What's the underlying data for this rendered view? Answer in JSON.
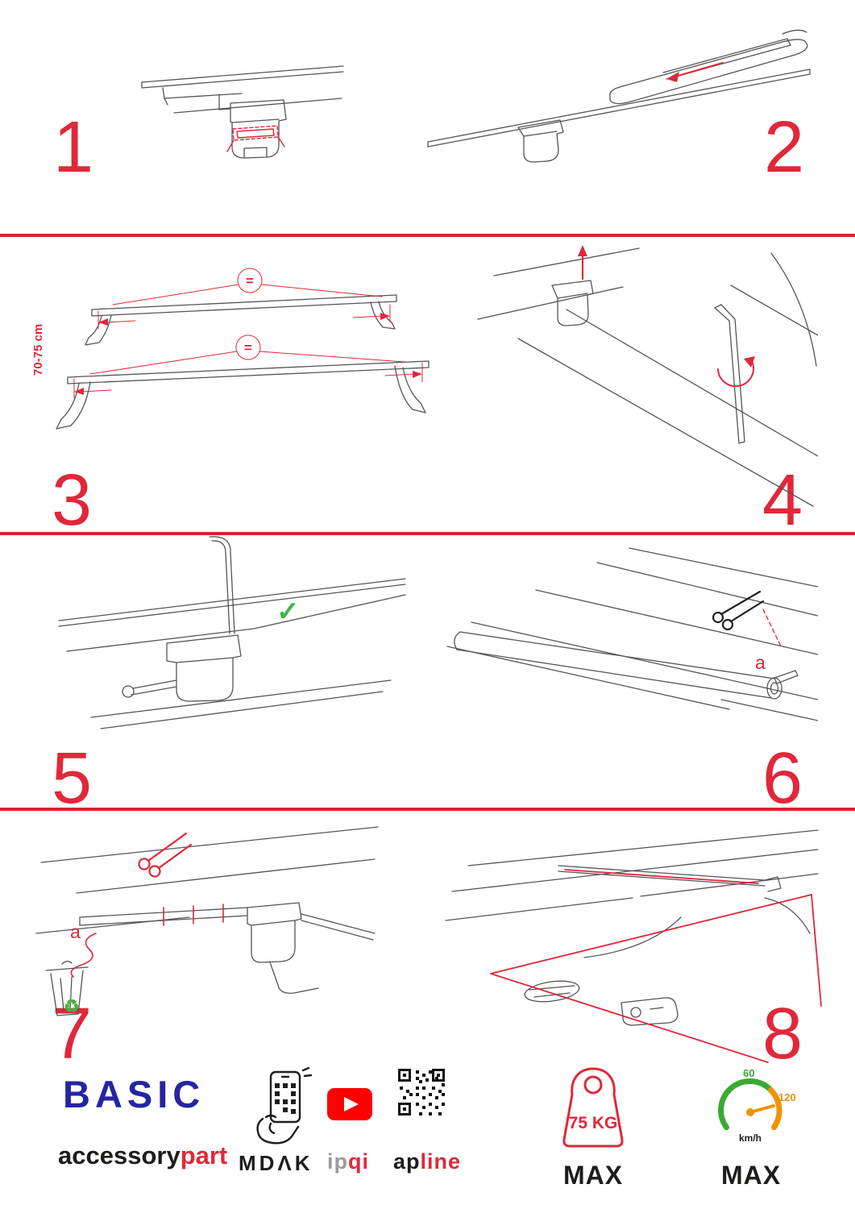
{
  "steps": {
    "s1": "1",
    "s2": "2",
    "s3": "3",
    "s4": "4",
    "s5": "5",
    "s6": "6",
    "s7": "7",
    "s8": "8"
  },
  "annotations": {
    "measurement": "70-75 cm",
    "equals": "=",
    "label_a_step6": "a",
    "label_a_step7": "a"
  },
  "icons": {
    "check": "✓",
    "recycle": "♻"
  },
  "footer": {
    "brand": "BASIC",
    "brand_sub_black": "accessory",
    "brand_sub_red": "part",
    "mdak": "MDΛK",
    "ipqi_gray": "ip",
    "ipqi_red": "qi",
    "apline_black": "ap",
    "apline_red": "line",
    "weight_value": "75 KG",
    "weight_max": "MAX",
    "speed_low": "60",
    "speed_high": "120",
    "speed_unit": "km/h",
    "speed_max": "MAX"
  },
  "colors": {
    "accent_red": "#e0283a",
    "brand_blue": "#2525a2",
    "youtube_red": "#ff0000",
    "check_green": "#3bb54a",
    "recycle_green": "#4caf3f",
    "speed_green": "#3aaa35",
    "speed_orange": "#f39200"
  }
}
